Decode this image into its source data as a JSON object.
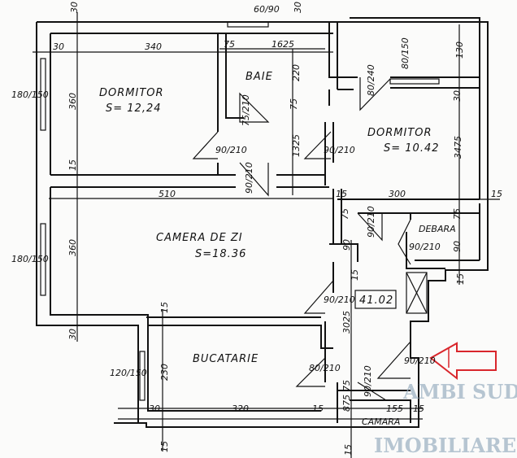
{
  "rooms": {
    "dormitor1": {
      "name": "DORMITOR",
      "area": "S= 12,24"
    },
    "baie": {
      "name": "BAIE"
    },
    "dormitor2": {
      "name": "DORMITOR",
      "area": "S= 10.42"
    },
    "camera_de_zi": {
      "name": "CAMERA DE ZI",
      "area": "S=18.36"
    },
    "bucatarie": {
      "name": "BUCATARIE"
    },
    "debara": {
      "name": "DEBARA"
    },
    "camara": {
      "name": "CAMARA"
    },
    "total_area": "41.02"
  },
  "dimensions": {
    "top_30a": "30",
    "left_30": "30",
    "d1_width": "340",
    "baie_75": "75",
    "baie_1625": "1625",
    "win_top": "60/90",
    "top_30b": "30",
    "baie_220": "220",
    "baie_75b": "75",
    "hall_1325": "1325",
    "d1_height": "360",
    "d1_15": "15",
    "cz_width": "510",
    "cz_height": "360",
    "cz_30": "30",
    "d2_130": "130",
    "d2_30": "30",
    "d2_3475": "3475",
    "d2_15a": "15",
    "d2_width": "300",
    "d2_15b": "15",
    "deb_75a": "75",
    "deb_75b": "75",
    "deb_90a": "90",
    "deb_90b": "90",
    "deb_15": "15",
    "hall_15": "15",
    "hall_3025": "3025",
    "hall_75": "75",
    "hall_875": "875",
    "buc_15": "15",
    "buc_230": "230",
    "buc_30": "30",
    "buc_width": "320",
    "bot_15a": "15",
    "bot_15b": "15",
    "cam_155": "155",
    "cam_15": "15",
    "bot_15c": "15"
  },
  "windows": {
    "d1": "180/150",
    "cz": "180/150",
    "buc": "120/150",
    "d2": "80/150"
  },
  "doors": {
    "baie": "75/210",
    "d1": "90/210",
    "hall1": "90/210",
    "d2": "90/210",
    "d2_balcony": "80/240",
    "cz": "90/210",
    "debara": "90/210",
    "hall2": "90/210",
    "buc": "80/210",
    "camara": "90/210",
    "entrance": "90/210"
  },
  "watermark": {
    "line1": "AMBI SUD",
    "line2": "IMOBILIARE"
  },
  "colors": {
    "lines": "#111111",
    "arrow": "#d9262c",
    "watermark": "#9fb4c4"
  }
}
